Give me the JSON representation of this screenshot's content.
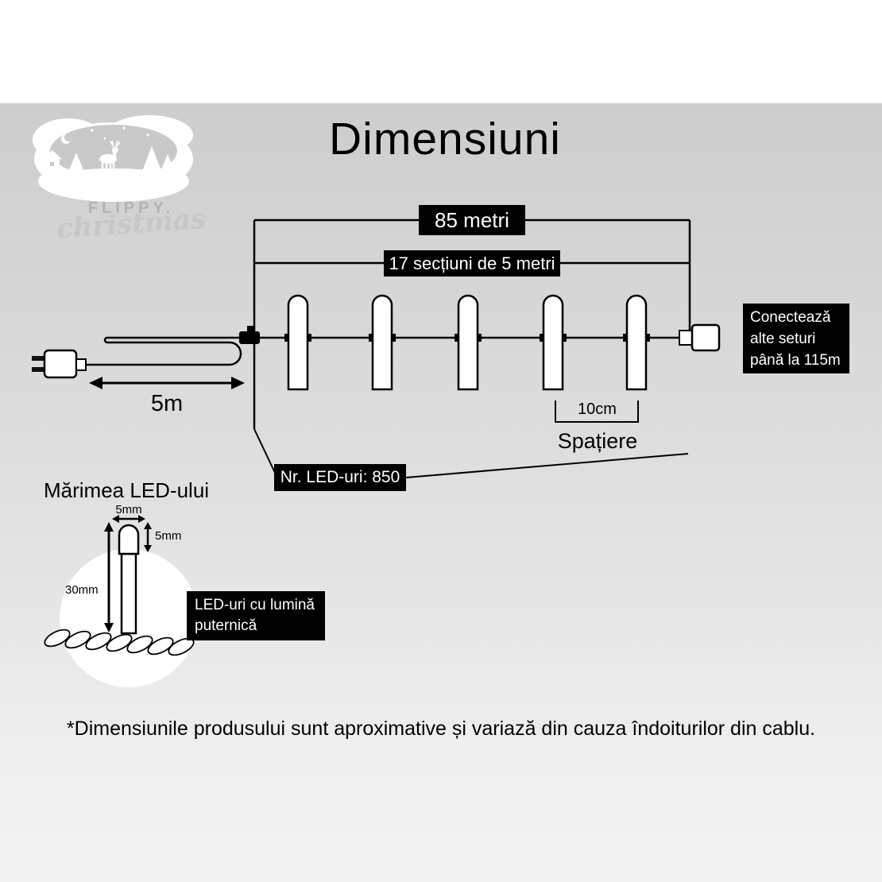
{
  "title": "Dimensiuni",
  "logo": {
    "brand": "FLIPPY.",
    "script": "christmas"
  },
  "diagram": {
    "total_length": "85 metri",
    "sections": "17 secțiuni de 5 metri",
    "lead_length": "5m",
    "spacing_value": "10cm",
    "spacing_label": "Spațiere",
    "led_count": "Nr. LED-uri: 850",
    "connect_note_lines": [
      "Conectează",
      "alte seturi",
      "până la 115m"
    ]
  },
  "led_size": {
    "heading": "Mărimea LED-ului",
    "width": "5mm",
    "dome_height": "5mm",
    "length": "30mm",
    "note_lines": [
      "LED-uri cu lumină",
      "puternică"
    ]
  },
  "footer": "*Dimensiunile produsului sunt aproximative și variază din cauza îndoiturilor din cablu.",
  "colors": {
    "label_bg": "#000000",
    "label_text": "#ffffff",
    "band_top": "#cdcdcd",
    "band_bottom": "#f3f3f3"
  }
}
